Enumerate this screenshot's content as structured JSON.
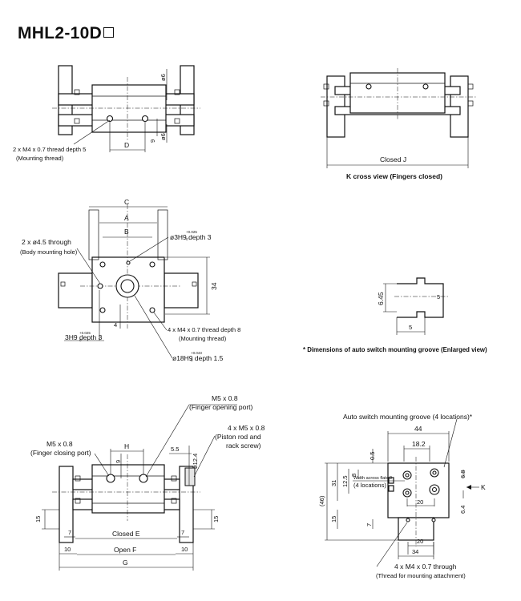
{
  "title": "MHL2-10D",
  "top_left": {
    "thread_label": "2 x M4 x 0.7 thread depth 5",
    "thread_note": "(Mounting thread)",
    "dim_D": "D",
    "dim_9": "9",
    "dim_phi6_a": "ø6",
    "dim_phi6_b": "ø6"
  },
  "k_view": {
    "dim_closedJ": "Closed J",
    "caption": "K cross view (Fingers closed)"
  },
  "mid_left": {
    "dim_C": "C",
    "dim_A": "A",
    "dim_B": "B",
    "dim_34": "34",
    "dim_4": "4",
    "body_hole_label": "2 x ø4.5 through",
    "body_hole_note": "(Body mounting hole)",
    "pin_hole_label": "ø3H9 depth 3",
    "pin_hole_tol_top": "+0.025",
    "pin_hole_tol_bot": "0",
    "thread8_label": "4 x M4 x 0.7 thread depth 8",
    "thread8_note": "(Mounting thread)",
    "left_hole_label": "3H9 depth 3",
    "left_hole_tol_top": "+0.025",
    "left_hole_tol_bot": "0",
    "bore_label": "ø18H9 depth 1.5",
    "bore_tol_top": "+0.043",
    "bore_tol_bot": "0"
  },
  "groove": {
    "dim_645": "6.45",
    "dim_5v": "5",
    "dim_5h": "5",
    "caption": "* Dimensions of auto switch mounting groove (Enlarged view)"
  },
  "bottom_left": {
    "m5_open": "M5 x 0.8",
    "m5_open_note": "(Finger opening port)",
    "m5_piston": "4 x M5 x 0.8",
    "m5_piston_note1": "(Piston rod and",
    "m5_piston_note2": "rack screw)",
    "m5_close": "M5 x 0.8",
    "m5_close_note": "(Finger closing port)",
    "dim_H": "H",
    "dim_9": "9",
    "dim_55": "5.5",
    "dim_phi124": "ø12.4",
    "dim_15a": "15",
    "dim_15b": "15",
    "dim_7a": "7",
    "dim_7b": "7",
    "dim_closedE": "Closed E",
    "dim_10a": "10",
    "dim_10b": "10",
    "dim_openF": "Open F",
    "dim_G": "G"
  },
  "side": {
    "groove_label": "Auto switch mounting groove (4 locations)*",
    "dim_44": "44",
    "dim_182": "18.2",
    "dim_05": "0.5",
    "dim_8": "8",
    "dim_125": "12.5",
    "dim_31": "31",
    "dim_46": "(46)",
    "dim_15": "15",
    "dim_7": "7",
    "flats_label": "Width across flats 8",
    "flats_note": "(4 locations)",
    "dim_20a": "20",
    "dim_20b": "20",
    "dim_34": "34",
    "dim_68": "6.8",
    "dim_64": "6.4",
    "arrow_K": "K",
    "thread_label": "4 x M4 x 0.7 through",
    "thread_note": "(Thread for mounting attachment)"
  }
}
